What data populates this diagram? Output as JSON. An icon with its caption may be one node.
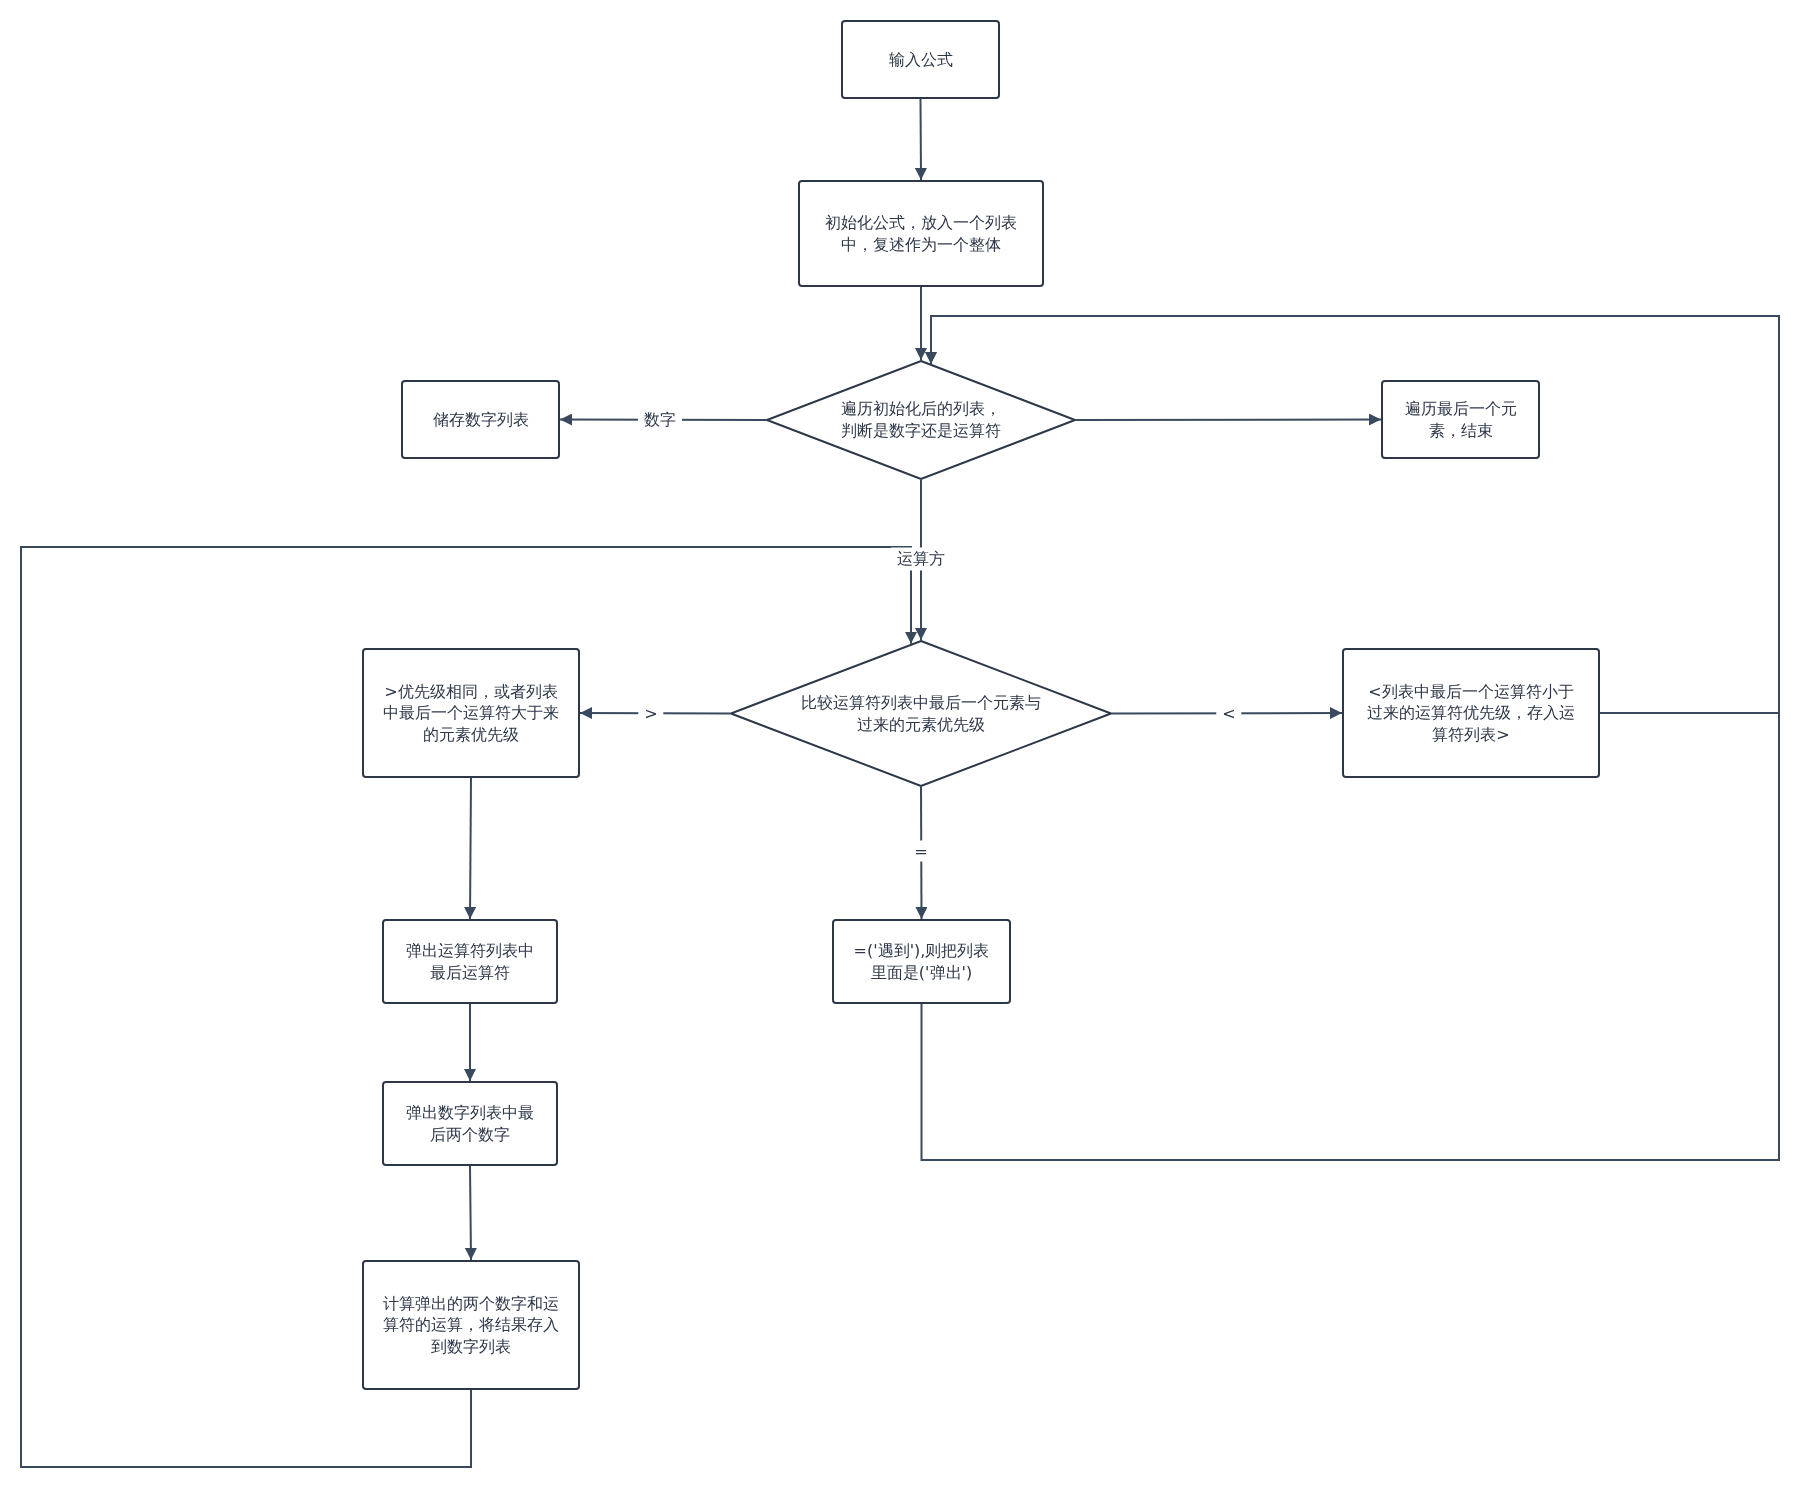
{
  "diagram": {
    "nodes": [
      {
        "text": [
          "输入公式"
        ]
      },
      {
        "text": [
          "初始化公式，放入一个列表中，复述作为一个整体"
        ]
      },
      {
        "text": [
          "遍历初始化后的列表，判断是数字还是运算符"
        ]
      },
      {
        "text": [
          "储存数字列表"
        ]
      },
      {
        "text": [
          "遍历最后一个元素，结束"
        ]
      },
      {
        "text": [
          "比较运算符列表中最后一个元素与过来的元素优先级"
        ]
      },
      {
        "text": [
          ">优先级相同，或者列表中最后一个运算符大于来的元素优先级"
        ]
      },
      {
        "text": [
          "<列表中最后一个运算符小于过来的运算符优先级，存入运算符列表>"
        ]
      },
      {
        "text": [
          "=('遇到'),则把列表里面是('弹出')"
        ]
      },
      {
        "text": [
          "弹出运算符列表中最后运算符"
        ]
      },
      {
        "text": [
          "弹出数字列表中最后两个数字"
        ]
      },
      {
        "text": [
          "计算弹出的两个数字和运算符的运算，将结果存入到数字列表"
        ]
      }
    ],
    "edges": [
      {
        "from": 0,
        "to": 1,
        "arrow": "to"
      },
      {
        "from": 1,
        "to": 2,
        "arrow": "to"
      },
      {
        "from": 2,
        "to": 3,
        "arrow": "to",
        "label": "数字"
      },
      {
        "from": 2,
        "to": 4,
        "arrow": "to"
      },
      {
        "from": 2,
        "to": 5,
        "arrow": "to",
        "label": "运算方"
      },
      {
        "from": 5,
        "to": 6,
        "arrow": "to",
        "label": ">"
      },
      {
        "from": 5,
        "to": 7,
        "arrow": "to",
        "label": "<"
      },
      {
        "from": 5,
        "to": 8,
        "arrow": "to",
        "label": "="
      },
      {
        "from": 6,
        "to": 9,
        "arrow": "to"
      },
      {
        "from": 9,
        "to": 10,
        "arrow": "to"
      },
      {
        "from": 10,
        "to": 11,
        "arrow": "to"
      },
      {
        "from": 11,
        "to": 5,
        "arrow": "to"
      },
      {
        "from": 7,
        "to": 2,
        "arrow": "to"
      },
      {
        "from": 8,
        "to": 2,
        "arrow": "to"
      }
    ]
  }
}
